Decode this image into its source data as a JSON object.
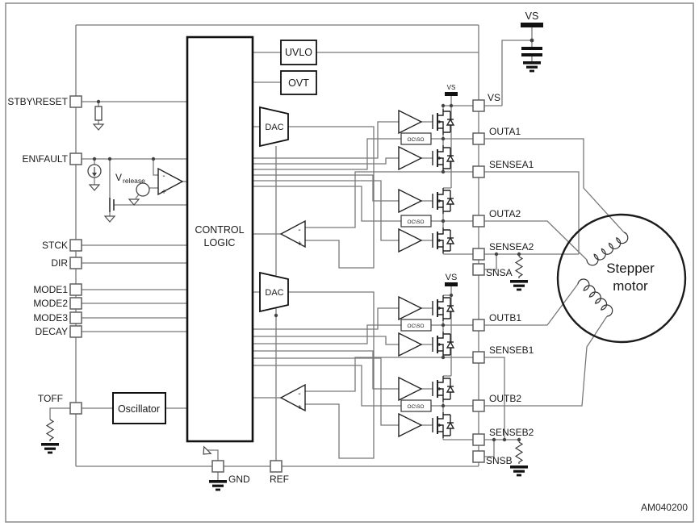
{
  "figure": {
    "code": "AM040200"
  },
  "colors": {
    "wire": "#787878",
    "component": "#1f1f1f",
    "text": "#1a1a1a",
    "background": "#ffffff"
  },
  "blocks": {
    "control_line1": "CONTROL",
    "control_line2": "LOGIC",
    "uvlo": "UVLO",
    "ovt": "OVT",
    "dac": "DAC",
    "oscillator": "Oscillator",
    "ocso": "OC\\SO"
  },
  "left_pins": {
    "stby": "STBY\\RESET",
    "en": "EN\\FAULT",
    "stck": "STCK",
    "dir": "DIR",
    "mode1": "MODE1",
    "mode2": "MODE2",
    "mode3": "MODE3",
    "decay": "DECAY",
    "toff": "TOFF"
  },
  "right_pins": {
    "vs": "VS",
    "outa1": "OUTA1",
    "sensea1": "SENSEA1",
    "outa2": "OUTA2",
    "sensea2": "SENSEA2",
    "snsa": "SNSA",
    "outb1": "OUTB1",
    "senseb1": "SENSEB1",
    "outb2": "OUTB2",
    "senseb2": "SENSEB2",
    "snsb": "SNSB"
  },
  "bottom_pins": {
    "gnd": "GND",
    "ref": "REF"
  },
  "labels": {
    "vs_supply": "VS",
    "vs_bridge_a": "VS",
    "vs_bridge_b": "VS",
    "vrelease_main": "V",
    "vrelease_sub": "release",
    "motor_line1": "Stepper",
    "motor_line2": "motor",
    "minus": "-",
    "plus": "+"
  }
}
